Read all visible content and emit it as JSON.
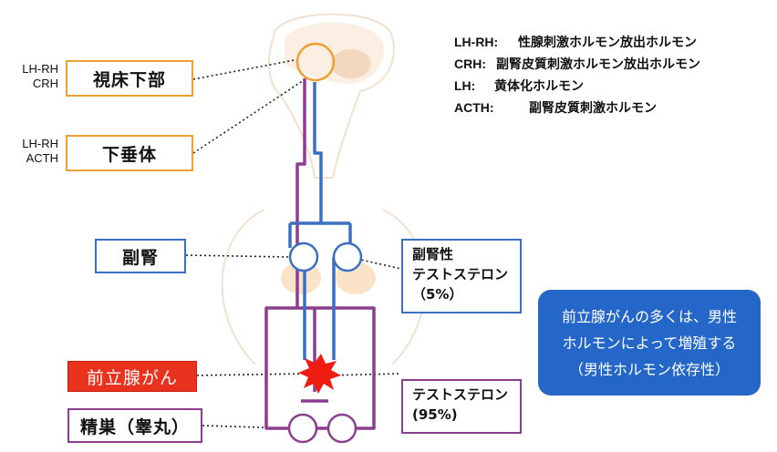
{
  "colors": {
    "hypothalamus_path": "#8b3f8e",
    "adrenal_path": "#3a6fc4",
    "hypothalamus_box": "#f0a030",
    "cancer": "#e8321e",
    "callout": "#2467c8"
  },
  "hypothalamus": {
    "hormones": [
      "LH-RH",
      "CRH"
    ],
    "label": "視床下部"
  },
  "pituitary": {
    "hormones": [
      "LH-RH",
      "ACTH"
    ],
    "label": "下垂体"
  },
  "adrenal": {
    "label": "副腎",
    "output_lines": [
      "副腎性",
      "テストステロン",
      "（5%）"
    ]
  },
  "prostate_cancer": {
    "label": "前立腺がん",
    "icon": "starburst-icon"
  },
  "testes": {
    "label": "精巣（睾丸）",
    "output_lines": [
      "テストステロン",
      "(95%)"
    ]
  },
  "legend": [
    {
      "abbr": "LH-RH:",
      "desc": "性腺刺激ホルモン放出ホルモン"
    },
    {
      "abbr": "CRH:",
      "desc": "副腎皮質刺激ホルモン放出ホルモン"
    },
    {
      "abbr": "LH:",
      "desc": "黄体化ホルモン"
    },
    {
      "abbr": "ACTH:",
      "desc": "副腎皮質刺激ホルモン"
    }
  ],
  "callout": {
    "lines": [
      "前立腺がんの多くは、男性",
      "ホルモンによって増殖する",
      "（男性ホルモン依存性）"
    ]
  }
}
